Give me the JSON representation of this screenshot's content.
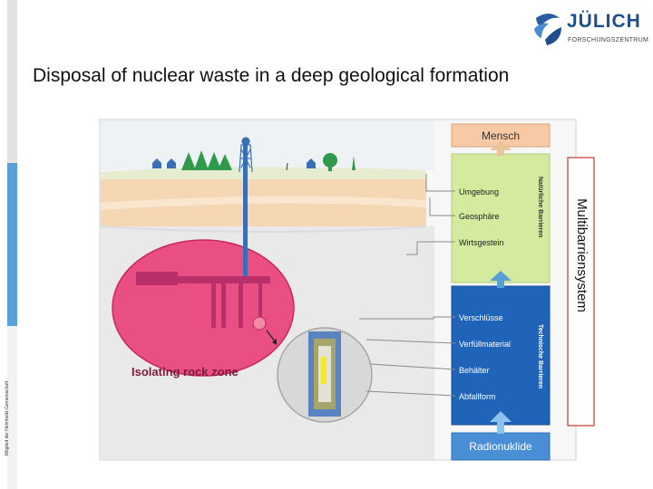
{
  "sidebar": {
    "text": "Mitglied der Helmholtz-Gemeinschaft"
  },
  "logo": {
    "name": "JÜLICH",
    "subtitle": "FORSCHUNGSZENTRUM",
    "icon": "juelich-logo-icon"
  },
  "title": "Disposal of nuclear waste in a deep geological formation",
  "diagram": {
    "top_box": "Mensch",
    "bottom_box": "Radionuklide",
    "natural_barriers": {
      "group_label": "Natürliche Barrieren",
      "items": [
        "Umgebung",
        "Geosphäre",
        "Wirtsgestein"
      ]
    },
    "technical_barriers": {
      "group_label": "Technische Barrieren",
      "items": [
        "Verschlüsse",
        "Verfüllmaterial",
        "Behälter",
        "Abfallform"
      ]
    },
    "zone_label": "Isolating rock zone",
    "vertical_label": "Multibarriensystem"
  },
  "colors": {
    "isolating_zone": "#ea4f83",
    "natural_box": "#d4ea9e",
    "technical_box": "#1f64b8",
    "top_box": "#f7c9a4",
    "bottom_box": "#4a8fd6"
  }
}
